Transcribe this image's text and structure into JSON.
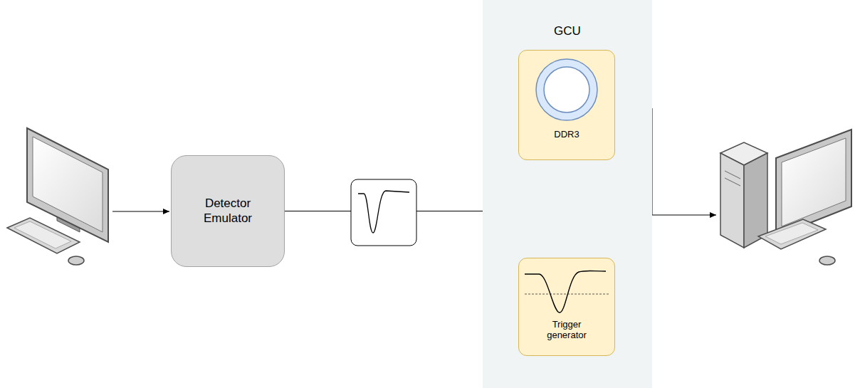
{
  "diagram": {
    "nodes": [
      {
        "text": [
          "Detector Emulator"
        ]
      },
      {
        "text": [
          "GCU"
        ]
      },
      {
        "text": [
          "DDR3"
        ],
        "in": 1
      },
      {
        "text": [
          "Trigger generator"
        ],
        "in": 1
      }
    ],
    "edges": [
      {
        "from": 0,
        "to": 2,
        "arrow": "to"
      },
      {
        "from": 0,
        "to": 3,
        "arrow": "to"
      },
      {
        "from": 3,
        "to": 2,
        "arrow": "to"
      }
    ]
  }
}
